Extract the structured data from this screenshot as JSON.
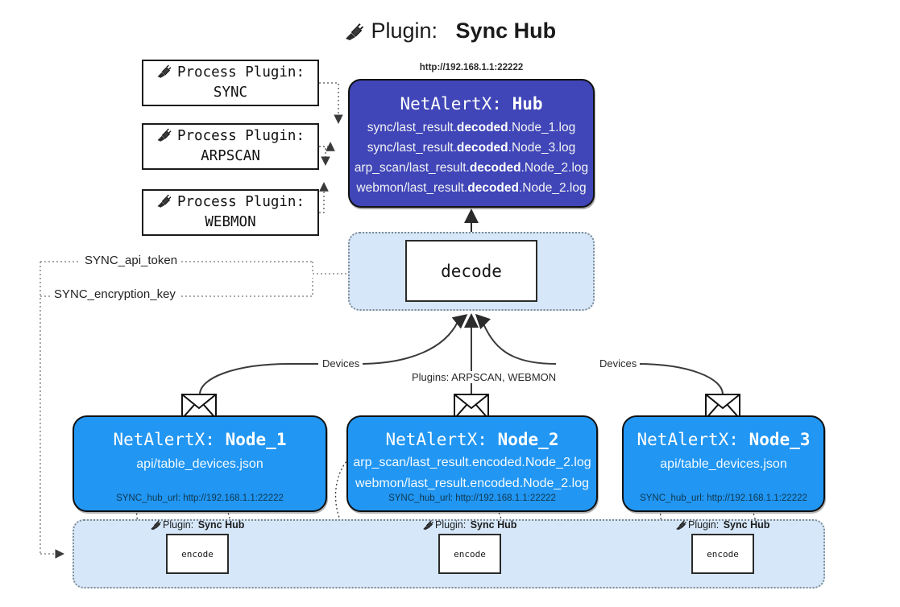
{
  "title": {
    "icon": "plug-icon",
    "label": "Plugin:",
    "value": "Sync Hub"
  },
  "process_plugins": [
    {
      "label": "Process Plugin:",
      "value": "SYNC",
      "icon": "plug-icon"
    },
    {
      "label": "Process Plugin:",
      "value": "ARPSCAN",
      "icon": "plug-icon"
    },
    {
      "label": "Process Plugin:",
      "value": "WEBMON",
      "icon": "plug-icon"
    }
  ],
  "hub": {
    "caption": "http://192.168.1.1:22222",
    "title_label": "NetAlertX:",
    "title_value": "Hub",
    "lines": [
      {
        "pre": "sync/last_result.",
        "mid": "decoded",
        "post": ".Node_1.log"
      },
      {
        "pre": "sync/last_result.",
        "mid": "decoded",
        "post": ".Node_3.log"
      },
      {
        "pre": "arp_scan/last_result.",
        "mid": "decoded",
        "post": ".Node_2.log"
      },
      {
        "pre": "webmon/last_result.",
        "mid": "decoded",
        "post": ".Node_2.log"
      }
    ]
  },
  "decode": {
    "label": "decode"
  },
  "config": {
    "api_token": "SYNC_api_token",
    "encryption_key": "SYNC_encryption_key"
  },
  "edge_labels": {
    "devices_left": "Devices",
    "devices_right": "Devices",
    "plugins_center": "Plugins: ARPSCAN, WEBMON"
  },
  "nodes": [
    {
      "title_label": "NetAlertX:",
      "title_value": "Node_1",
      "lines": [
        "api/table_devices.json"
      ],
      "footer": "SYNC_hub_url: http://192.168.1.1:22222",
      "envelope_icon": "envelope-icon"
    },
    {
      "title_label": "NetAlertX:",
      "title_value": "Node_2",
      "lines": [
        "arp_scan/last_result.encoded.Node_2.log",
        "webmon/last_result.encoded.Node_2.log"
      ],
      "footer": "SYNC_hub_url: http://192.168.1.1:22222",
      "envelope_icon": "envelope-icon"
    },
    {
      "title_label": "NetAlertX:",
      "title_value": "Node_3",
      "lines": [
        "api/table_devices.json"
      ],
      "footer": "SYNC_hub_url: http://192.168.1.1:22222",
      "envelope_icon": "envelope-icon"
    }
  ],
  "encoders": [
    {
      "plugin_label": "Plugin:",
      "plugin_value": "Sync Hub",
      "box_label": "encode",
      "icon": "plug-icon"
    },
    {
      "plugin_label": "Plugin:",
      "plugin_value": "Sync Hub",
      "box_label": "encode",
      "icon": "plug-icon"
    },
    {
      "plugin_label": "Plugin:",
      "plugin_value": "Sync Hub",
      "box_label": "encode",
      "icon": "plug-icon"
    }
  ],
  "colors": {
    "hub_fill": "#4046b7",
    "node_fill": "#2196f3",
    "pool_fill": "#d5e7f9",
    "stroke": "#111111",
    "background": "#ffffff"
  }
}
